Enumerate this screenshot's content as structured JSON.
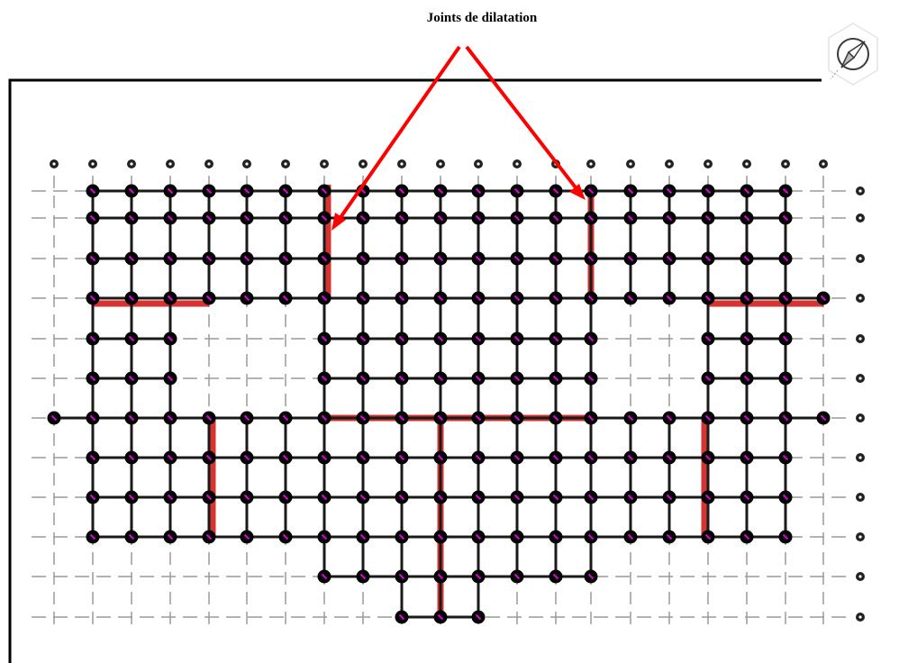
{
  "annotation": {
    "label": "Joints de dilatation"
  },
  "grid": {
    "columns": 21,
    "rows": 12
  },
  "colors": {
    "frame": "#000000",
    "grid_line": "#555555",
    "grid_line_light": "#9a9a9a",
    "beam": "#1a1a1a",
    "node": "#000000",
    "marker": "#e000e0",
    "joint": "#d01010",
    "arrow": "#ff0000"
  },
  "icons": {
    "north": "compass-icon"
  }
}
